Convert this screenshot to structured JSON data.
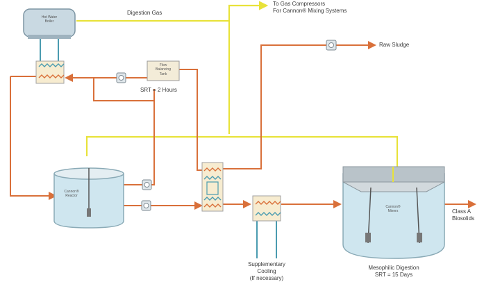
{
  "labels": {
    "boiler": [
      "Hot Water",
      "Boiler"
    ],
    "digestion_gas": "Digestion Gas",
    "gas_compressors": [
      "To Gas Compressors",
      "For Cannon® Mixing Systems"
    ],
    "raw_sludge": "Raw Sludge",
    "flow_tank": [
      "Flow",
      "Balancing",
      "Tank"
    ],
    "srt_top": "SRT = 2 Hours",
    "reactor": [
      "Cannon®",
      "Reactor"
    ],
    "mixers": [
      "Cannon®",
      "Mixers"
    ],
    "supplementary": [
      "Supplementary",
      "Cooling",
      "(If necessary)"
    ],
    "class_a": [
      "Class A",
      "Biosolids"
    ],
    "digester": [
      "Mesophilic Digestion",
      "SRT = 15 Days"
    ]
  },
  "colors": {
    "sludge_line": "#d9703a",
    "gas_line": "#e8e23a",
    "water_line": "#4a9bb0",
    "tank_fill": "#cfe6ef",
    "tank_stroke": "#8aaab6",
    "heater_fill": "#f7ecd0"
  }
}
